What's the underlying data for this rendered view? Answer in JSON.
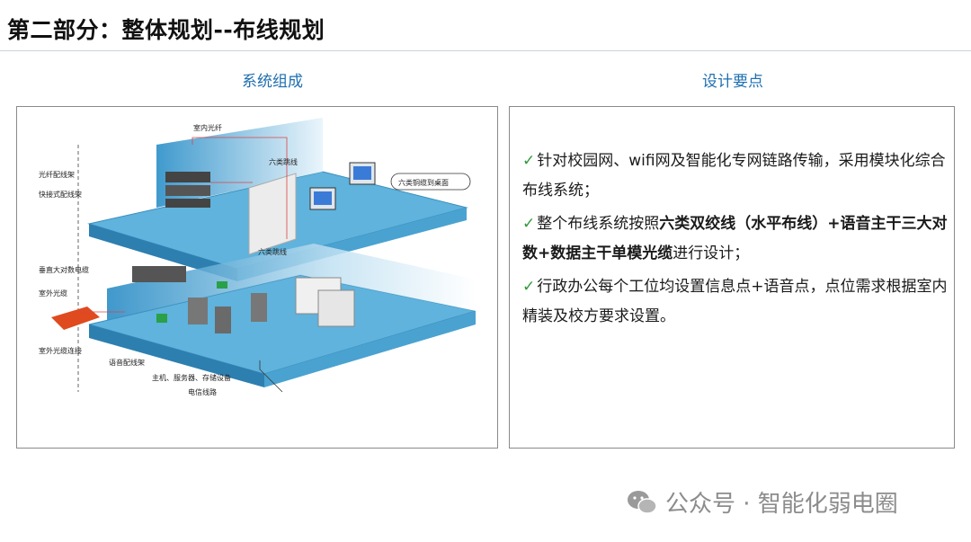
{
  "page": {
    "title": "第二部分：整体规划--布线规划"
  },
  "left": {
    "heading": "系统组成",
    "diagram_labels": {
      "indoor_fiber": "室内光纤",
      "fiber_frame": "光纤配线架",
      "quick_frame": "快接式配线架",
      "cat6_top": "六类跳线",
      "cat6_desk": "六类铜缆到桌面",
      "cat6_bottom": "六类跳线",
      "vertical_cable": "垂直大对数电缆",
      "outdoor_fiber": "室外光缆",
      "outdoor_conn": "室外光缆连接",
      "voice_frame": "语音配线架",
      "servers": "主机、服务器、存储设备",
      "telecom": "电信线路"
    }
  },
  "right": {
    "heading": "设计要点",
    "points": [
      {
        "check": "✓",
        "pre": "针对校园网、wifi网及智能化专网链路传输，采用模块化综合布线系统；",
        "bold": "",
        "post": ""
      },
      {
        "check": "✓",
        "pre": "整个布线系统按照",
        "bold": "六类双绞线（水平布线）+语音主干三大对数+数据主干单模光缆",
        "post": "进行设计；"
      },
      {
        "check": "✓",
        "pre": "行政办公每个工位均设置信息点+语音点，点位需求根据室内精装及校方要求设置。",
        "bold": "",
        "post": ""
      }
    ]
  },
  "watermark": {
    "text": "公众号 · 智能化弱电圈",
    "icon": "wechat-icon"
  },
  "colors": {
    "heading_blue": "#1e6fb0",
    "check_green": "#2e9a3a",
    "floor_blue": "#5fb3dc",
    "outdoor_red": "#e04a1f"
  }
}
